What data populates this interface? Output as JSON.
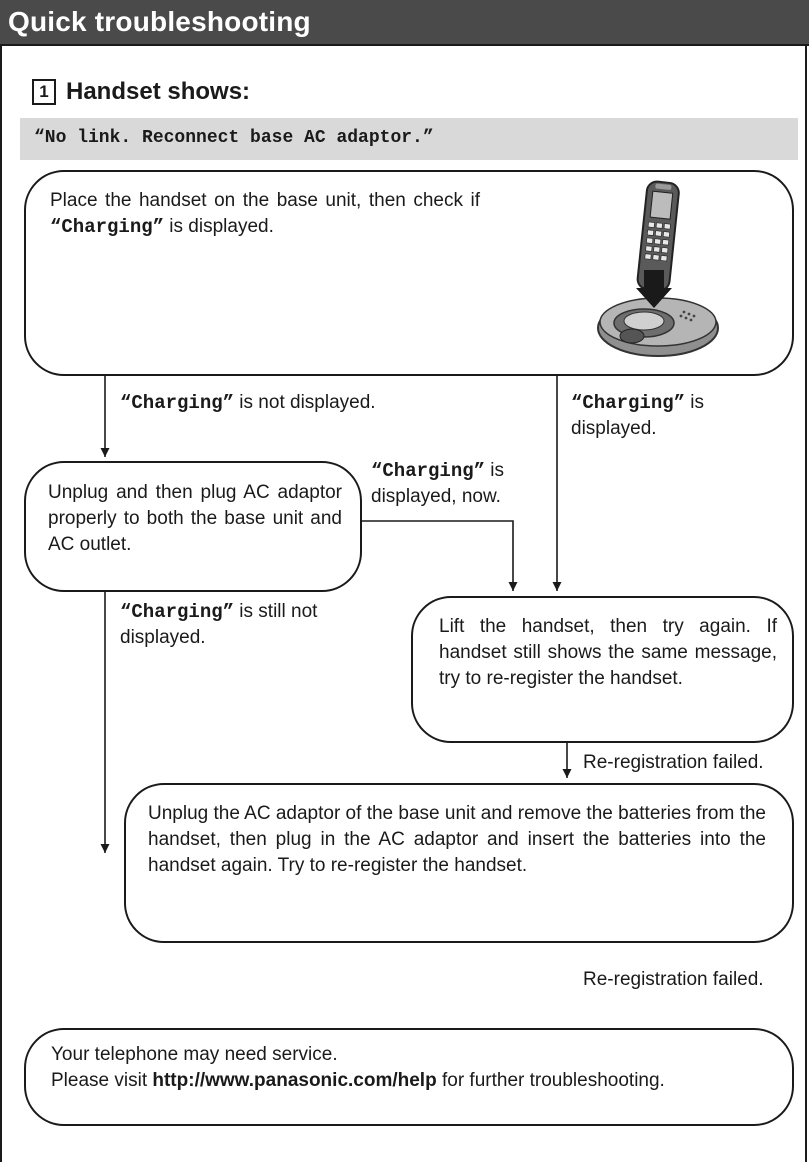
{
  "header": {
    "title": "Quick troubleshooting"
  },
  "section": {
    "number": "1",
    "heading": "Handset shows:"
  },
  "message": "“No link. Reconnect base AC adaptor.”",
  "steps": {
    "place": {
      "pre": "Place the handset on the base unit, then check if ",
      "code": "“Charging”",
      "post": " is displayed."
    },
    "unplug": "Unplug and then plug AC adaptor properly to both the base unit and AC outlet.",
    "lift": "Lift the handset, then try again. If handset still shows the same message, try to re-register the handset.",
    "reset": "Unplug the AC adaptor of the base unit and remove the batteries from the handset, then plug in the AC adaptor and insert the batteries into the handset again. Try to re-register the handset.",
    "service": {
      "line1": "Your telephone may need service.",
      "pre": "Please visit ",
      "url": "http://www.panasonic.com/help",
      "post": " for further troubleshooting."
    }
  },
  "labels": {
    "not_displayed": {
      "code": "“Charging”",
      "text": " is not displayed."
    },
    "displayed": {
      "code": "“Charging”",
      "text": " is displayed."
    },
    "displayed_now": {
      "code": "“Charging”",
      "text": " is displayed, now."
    },
    "still_not": {
      "code": "“Charging”",
      "text": " is still not displayed."
    },
    "rereg_failed_1": "Re-registration failed.",
    "rereg_failed_2": "Re-registration failed."
  },
  "colors": {
    "header_bg": "#4a4a4a",
    "message_bg": "#d9d9d9",
    "line": "#1a1a1a"
  },
  "icons": {
    "phone": "cordless-phone-on-base-icon"
  }
}
